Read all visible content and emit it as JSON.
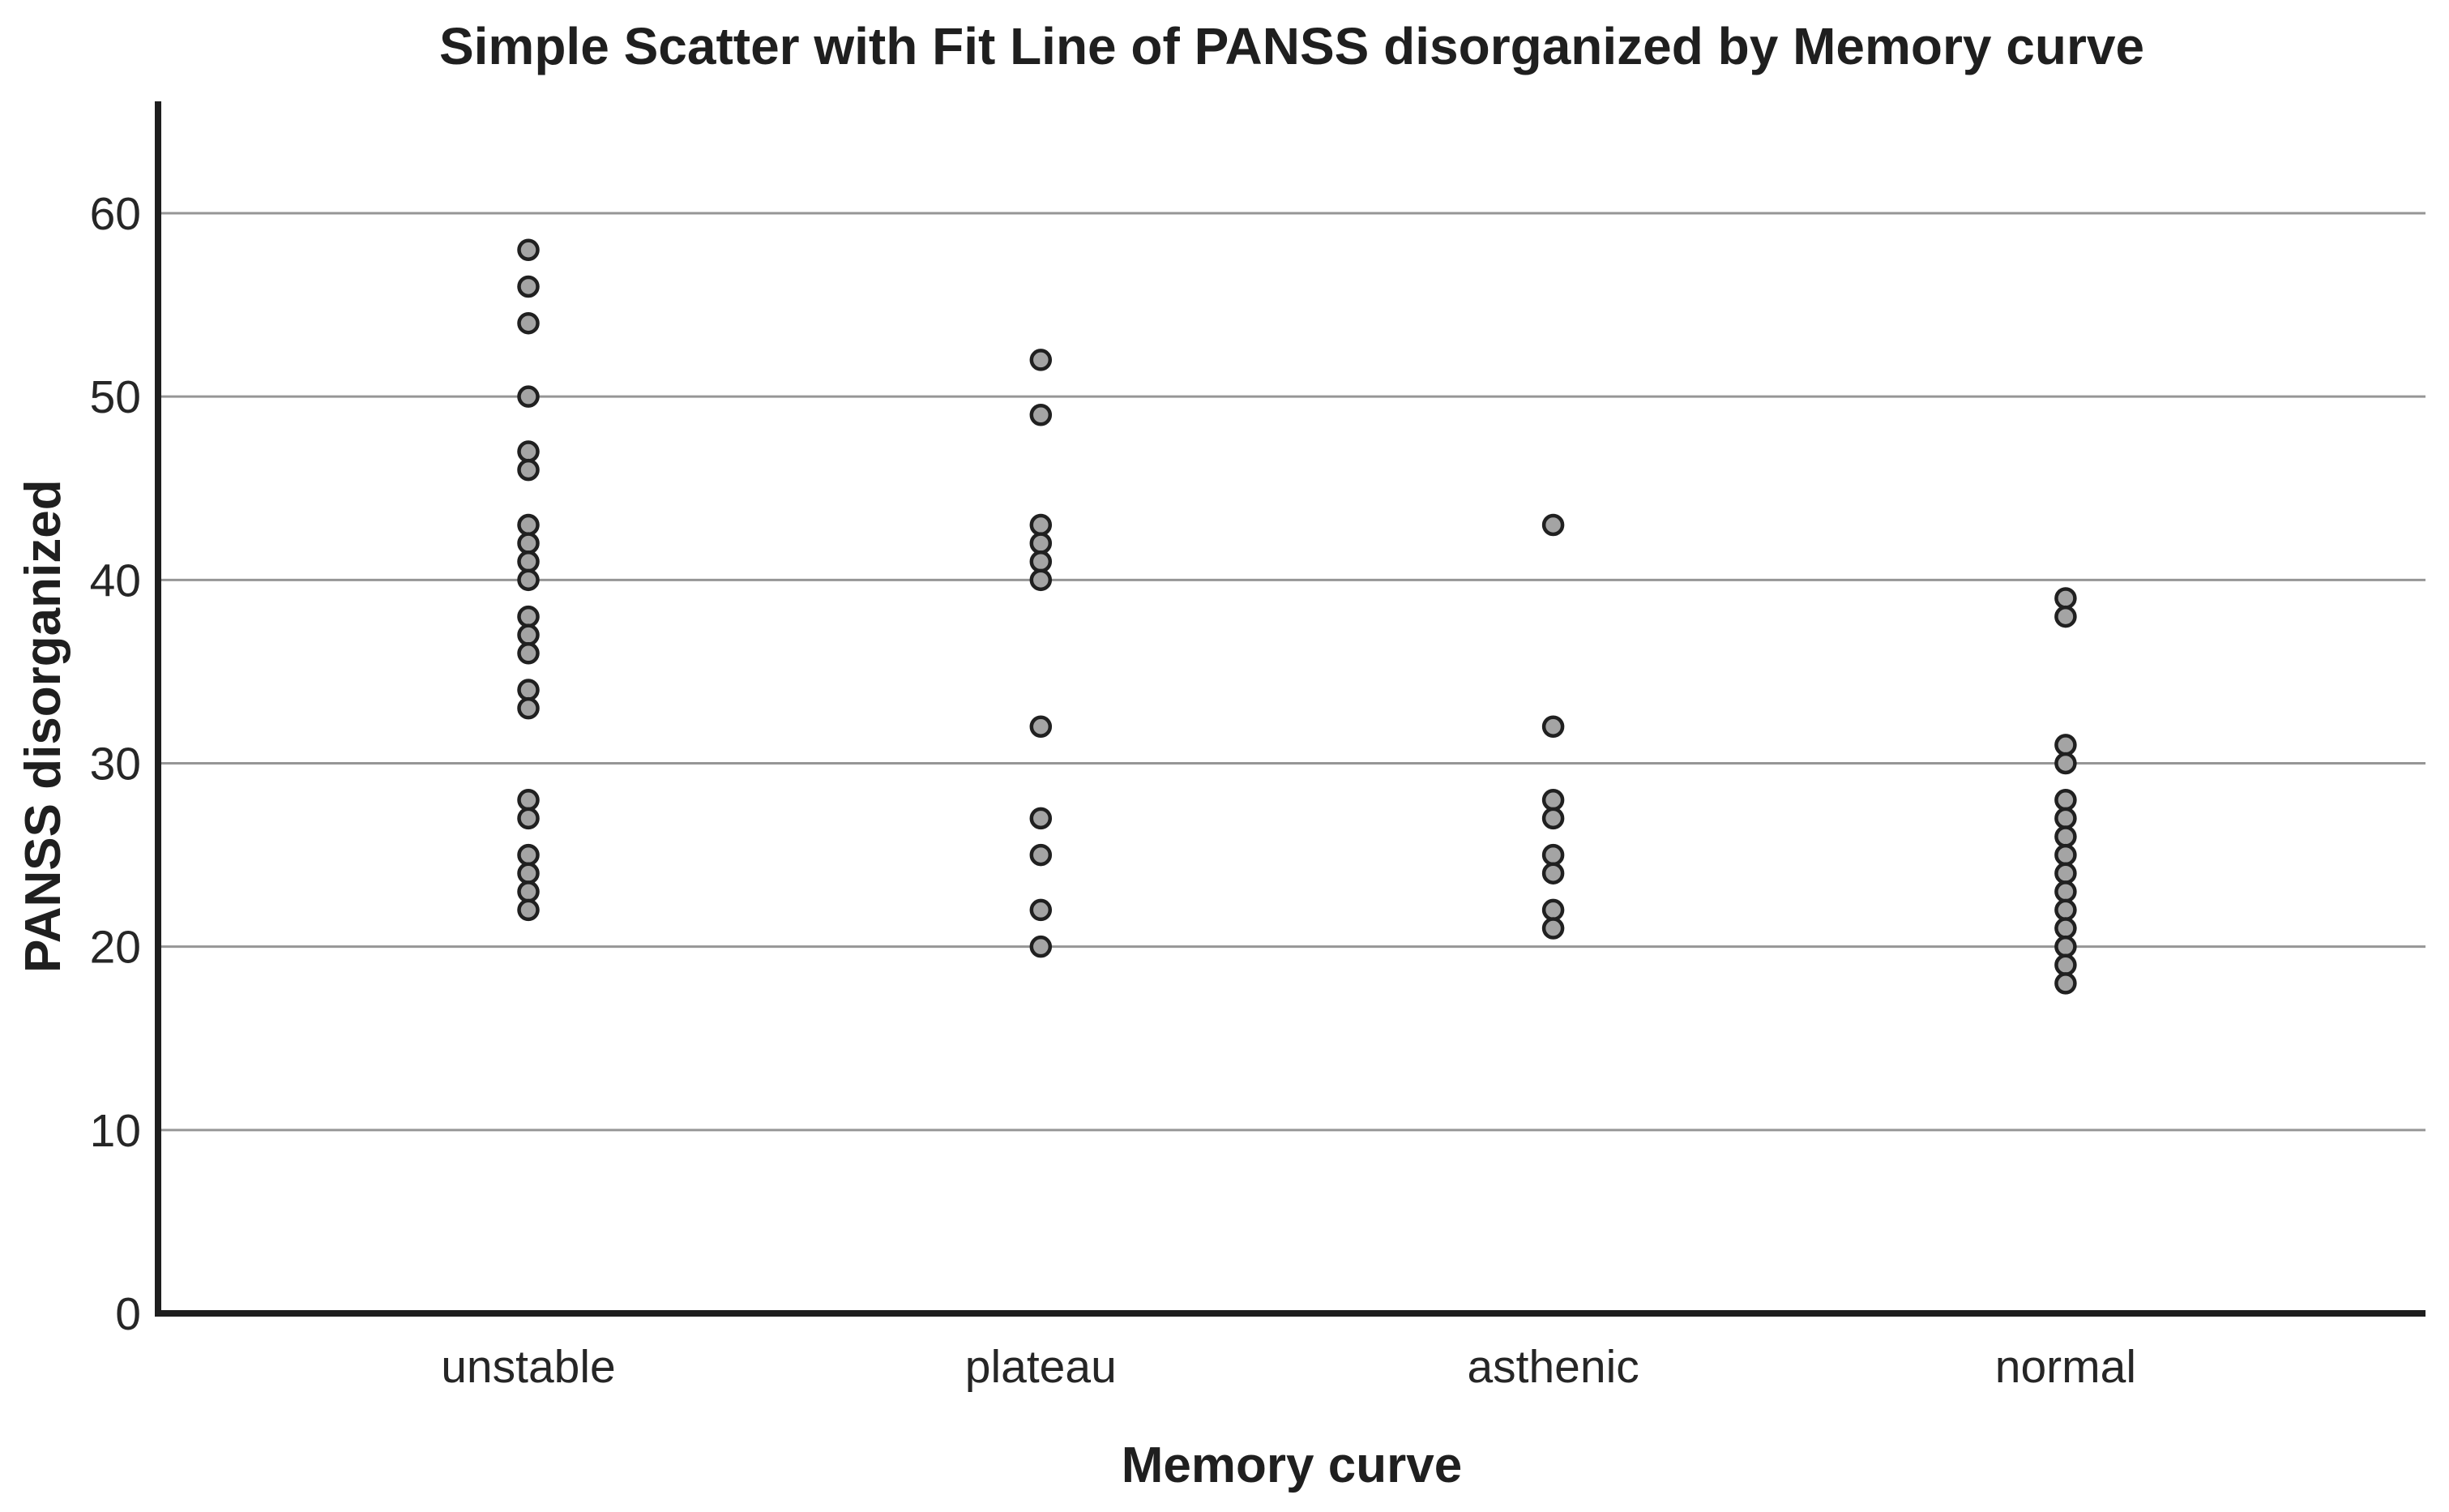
{
  "chart_data": {
    "type": "scatter",
    "title": "Simple Scatter with Fit Line of PANSS disorganized by Memory curve",
    "xlabel": "Memory curve",
    "ylabel": "PANSS disorganized",
    "categories": [
      "unstable",
      "plateau",
      "asthenic",
      "normal"
    ],
    "y_ticks": [
      0,
      10,
      20,
      30,
      40,
      50,
      60
    ],
    "ylim": [
      0,
      66
    ],
    "grid": "horizontal gridlines at 10,20,30,40,50,60",
    "legend": "none",
    "fit_line_drawn": false,
    "series": [
      {
        "name": "unstable",
        "values": [
          58,
          56,
          54,
          50,
          47,
          46,
          43,
          42,
          41,
          40,
          38,
          37,
          36,
          34,
          33,
          28,
          27,
          25,
          24,
          23,
          22
        ]
      },
      {
        "name": "plateau",
        "values": [
          52,
          49,
          43,
          42,
          41,
          40,
          32,
          27,
          25,
          22,
          20
        ]
      },
      {
        "name": "asthenic",
        "values": [
          43,
          32,
          28,
          27,
          25,
          24,
          22,
          21
        ]
      },
      {
        "name": "normal",
        "values": [
          39,
          38,
          31,
          30,
          28,
          27,
          26,
          25,
          24,
          23,
          22,
          21,
          20,
          19,
          18
        ]
      }
    ],
    "colors": {
      "background": "#ffffff",
      "text": "#1f1f1f",
      "gridline": "#969696",
      "axis": "#1e1e1e",
      "marker_fill": "#a4a4a4",
      "marker_stroke": "#202020"
    }
  }
}
